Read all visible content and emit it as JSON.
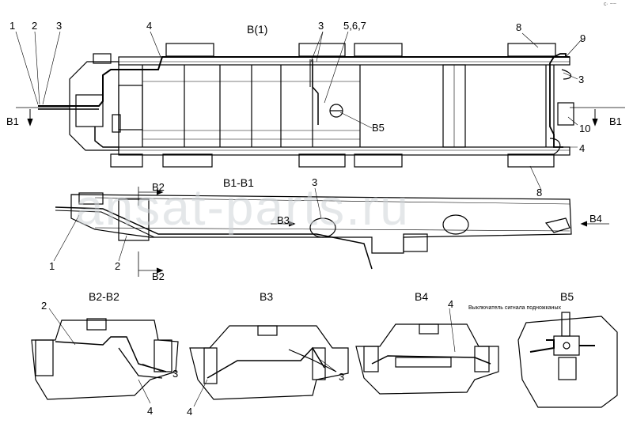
{
  "watermark": "ansat-parts.ru",
  "corner_mark": "c· ~~",
  "views": {
    "main": "B(1)",
    "section_b1": "B1-B1",
    "view_b2": "B2-B2",
    "view_b3": "B3",
    "view_b4": "B4",
    "view_b5": "B5"
  },
  "callouts": {
    "c1": "1",
    "c2": "2",
    "c3": "3",
    "c4": "4",
    "c3b": "3",
    "c567": "5,6,7",
    "c8": "8",
    "c9": "9",
    "c3c": "3",
    "c10": "10",
    "c4b": "4",
    "c8b": "8",
    "b1_left": "B1",
    "b1_right": "B1",
    "b5_mark": "B5",
    "s_3": "3",
    "s_b2_top": "B2",
    "s_b2_bot": "B2",
    "s_b3": "B3",
    "s_b4": "B4",
    "s_1": "1",
    "s_2": "2",
    "v2_2": "2",
    "v2_3": "3",
    "v2_4": "4",
    "v3_3": "3",
    "v3_4": "4",
    "v4_4": "4",
    "v5_note": "Выключатель сигнала подножканых"
  }
}
